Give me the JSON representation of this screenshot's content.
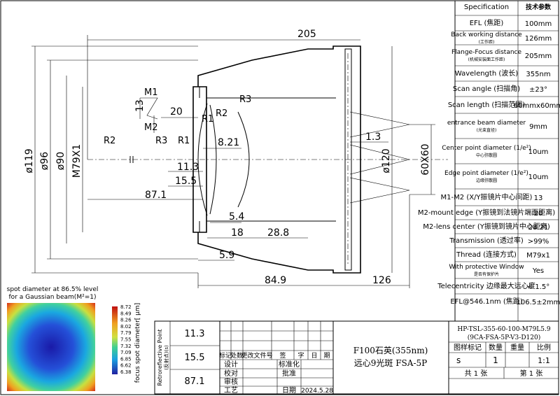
{
  "spec_table": {
    "header": {
      "en": "Specification",
      "zh": "技术参数"
    },
    "rows": [
      {
        "label": "EFL",
        "zh": "(焦距)",
        "value": "100mm"
      },
      {
        "label": "Back working distance",
        "zh": "(工作距)",
        "value": "126mm"
      },
      {
        "label": "Flange-Focus distance",
        "zh": "(机械安装面工作距)",
        "value": "205mm"
      },
      {
        "label": "Wavelength",
        "zh": "(波长)",
        "value": "355nm"
      },
      {
        "label": "Scan angle",
        "zh": "(扫描角)",
        "value": "±23°"
      },
      {
        "label": "Scan length",
        "zh": "(扫描范围)",
        "value": "60mmx60mm"
      },
      {
        "label": "entrance beam diameter",
        "zh": "(光束直径)",
        "value": "9mm"
      },
      {
        "label": "Center point diameter (1/e²)",
        "zh": "中心弥散圆",
        "value": "10um"
      },
      {
        "label": "Edge point diameter (1/e²)",
        "zh": "边缘弥散圆",
        "value": "10um"
      },
      {
        "label": "M1-M2",
        "zh": "(X/Y振镜片中心间距)",
        "value": "13"
      },
      {
        "label": "M2-mount edge",
        "zh": "(Y振镜到法镜片端面距离)",
        "value": "20"
      },
      {
        "label": "M2-lens center",
        "zh": "(Y振镜到镜片中心距离)",
        "value": "28.21"
      },
      {
        "label": "Transmission",
        "zh": "(透过率)",
        "value": ">99%"
      },
      {
        "label": "Thread",
        "zh": "(连接方式)",
        "value": "M79x1"
      },
      {
        "label": "With protective Window",
        "zh": "是否有保护片",
        "value": "Yes"
      },
      {
        "label": "Telecentricity",
        "zh": "边缘最大远心度",
        "value": "< 1.5°"
      },
      {
        "label": "EFL@546.1nm",
        "zh": "(焦距)",
        "value": "106.5±2mm"
      }
    ]
  },
  "dimensions": {
    "d205": "205",
    "d20": "20",
    "d13": "13",
    "d1_3": "1.3",
    "d8_21": "8.21",
    "d11_3": "11.3",
    "d15_5": "15.5",
    "d87_1": "87.1",
    "d5_4": "5.4",
    "d18": "18",
    "d28_8": "28.8",
    "d5_9": "5.9",
    "d84_9": "84.9",
    "d126": "126",
    "dia119": "ø119",
    "dia96": "ø96",
    "dia90": "ø90",
    "m79": "M79X1",
    "dia120": "ø120",
    "scan": "60X60"
  },
  "labels": {
    "m1": "M1",
    "m2": "M2",
    "r1": "R1",
    "r2": "R2",
    "r3": "R3",
    "r2b": "R2",
    "r3b": "R3",
    "r1b": "R1"
  },
  "spot_chart": {
    "title_line1": "spot diameter at 86.5% level",
    "title_line2": "for a Gaussian beam(M²=1)",
    "axis_label": "focus spot diameter[ μm]",
    "colorbar_ticks": [
      "8.72",
      "8.49",
      "8.26",
      "8.02",
      "7.79",
      "7.55",
      "7.32",
      "7.09",
      "6.85",
      "6.62",
      "6.38"
    ]
  },
  "retro_table": {
    "label": "Retroreflective Point",
    "label_zh": "(反射点)(s)",
    "values": [
      "11.3",
      "15.5",
      "87.1"
    ]
  },
  "title_block": {
    "headers": [
      "标记",
      "处数",
      "更改文件号",
      "签",
      "字",
      "日",
      "期"
    ],
    "rows": [
      "设计",
      "校对",
      "审核",
      "工艺"
    ],
    "std": "标准化",
    "approve": "批准",
    "date_label": "日期",
    "date": "2024.5.28",
    "product_line1": "F100石英(355nm)",
    "product_line2": "远心9光斑 FSA-5P",
    "part_no_line1": "HP-TSL-355-60-100-M79L5.9",
    "part_no_line2": "(9CA-FSA-5P-V3-D120)",
    "cols": [
      "图样标记",
      "数量",
      "重量",
      "比例"
    ],
    "mark": "s",
    "qty": "1",
    "scale": "1:1",
    "total": "共 1 张",
    "sheet": "第 1 张"
  }
}
